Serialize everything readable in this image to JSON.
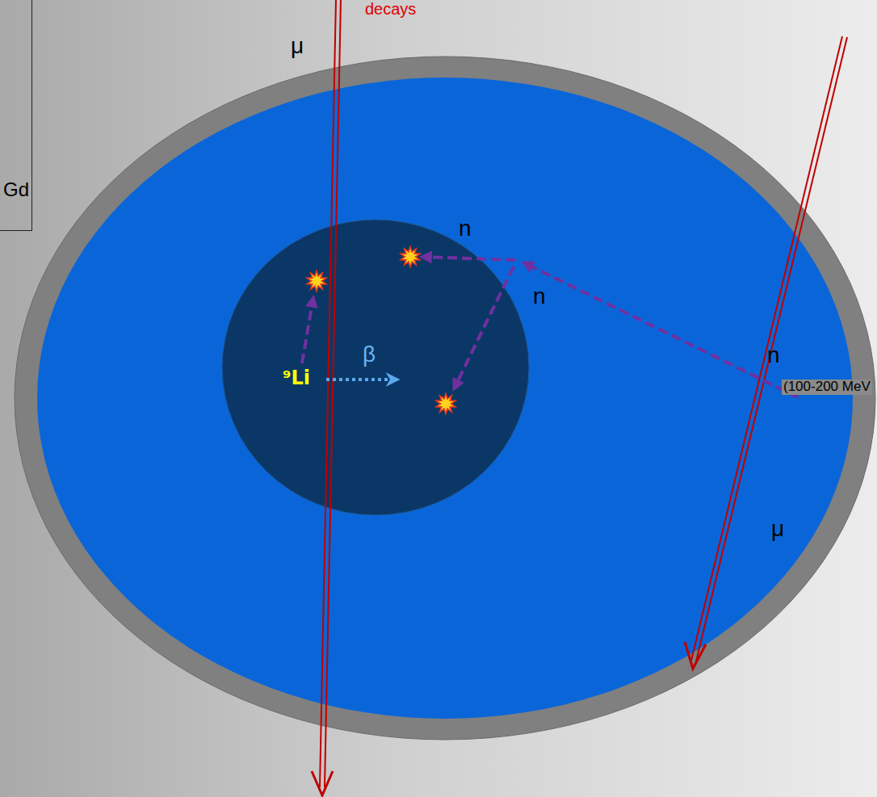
{
  "diagram": {
    "nodes": [
      {
        "text": [
          "Gd"
        ]
      }
    ],
    "labels": [
      "decays",
      "μ",
      "n",
      "(100-200 MeV",
      "n",
      "n",
      "⁹Li",
      "β",
      "μ"
    ]
  }
}
